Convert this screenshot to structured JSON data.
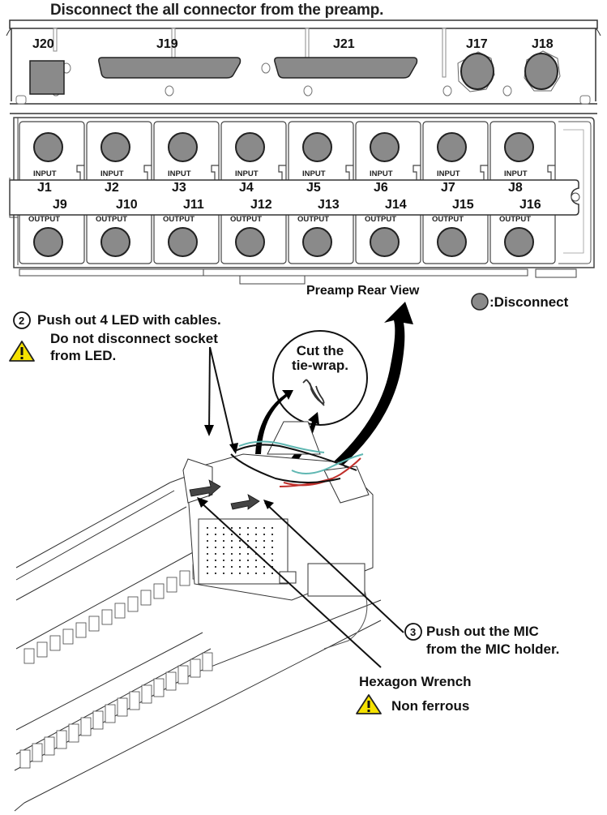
{
  "title": "Disconnect the all connector from the preamp.",
  "top_panel": {
    "connectors": [
      {
        "id": "J20",
        "shape": "square"
      },
      {
        "id": "J19",
        "shape": "d-sub"
      },
      {
        "id": "J21",
        "shape": "d-sub"
      },
      {
        "id": "J17",
        "shape": "round"
      },
      {
        "id": "J18",
        "shape": "round"
      }
    ]
  },
  "io_panel": {
    "input_label": "INPUT",
    "output_label": "OUTPUT",
    "inputs": [
      "J1",
      "J2",
      "J3",
      "J4",
      "J5",
      "J6",
      "J7",
      "J8"
    ],
    "outputs": [
      "J9",
      "J10",
      "J11",
      "J12",
      "J13",
      "J14",
      "J15",
      "J16"
    ]
  },
  "view_label": "Preamp Rear View",
  "legend": {
    "symbol": "gray-circle",
    "text": ":Disconnect"
  },
  "steps": {
    "step2": {
      "number": "2",
      "line1": "Push out 4 LED with cables.",
      "warning_line1": "Do not disconnect socket",
      "warning_line2": "from LED."
    },
    "cut": {
      "line1": "Cut the",
      "line2": "tie-wrap."
    },
    "step3": {
      "number": "3",
      "line1": "Push out the MIC",
      "line2": "from the MIC holder."
    },
    "tool": {
      "name": "Hexagon Wrench",
      "warning": "Non ferrous"
    }
  },
  "colors": {
    "connector_fill": "#8a8a8a",
    "warning_yellow": "#f5e100",
    "cable_teal": "#5fb7b2",
    "cable_red": "#c0302c"
  }
}
